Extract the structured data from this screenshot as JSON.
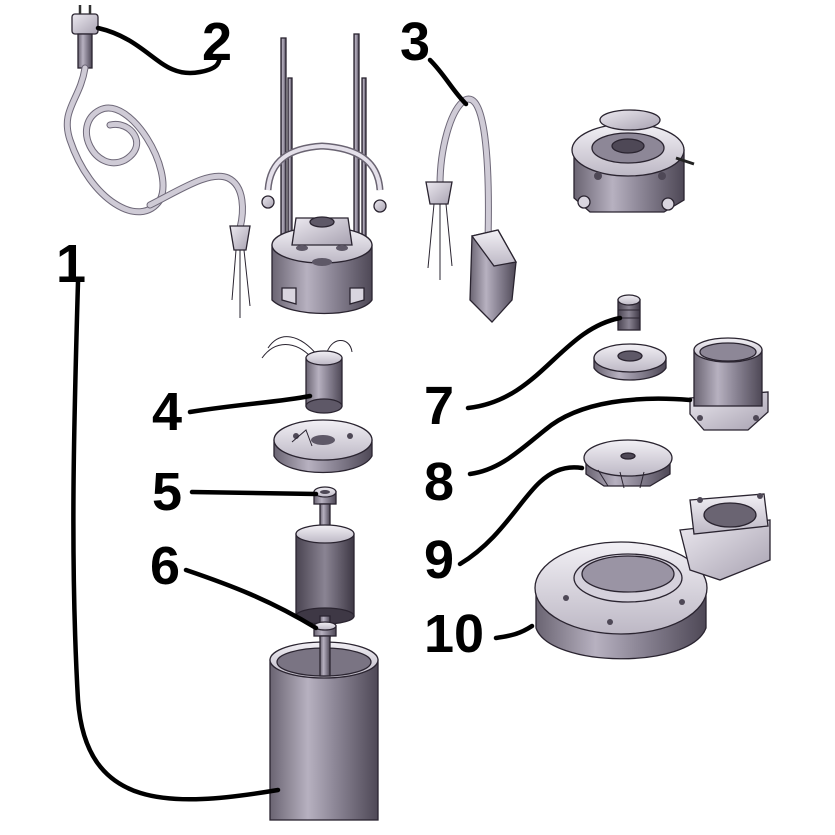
{
  "callouts": [
    {
      "id": "1",
      "label": "1"
    },
    {
      "id": "2",
      "label": "2"
    },
    {
      "id": "3",
      "label": "3"
    },
    {
      "id": "4",
      "label": "4"
    },
    {
      "id": "5",
      "label": "5"
    },
    {
      "id": "6",
      "label": "6"
    },
    {
      "id": "7",
      "label": "7"
    },
    {
      "id": "8",
      "label": "8"
    },
    {
      "id": "9",
      "label": "9"
    },
    {
      "id": "10",
      "label": "10"
    }
  ],
  "colors": {
    "metal_light": "#dcd7e2",
    "metal_mid": "#a59fae",
    "metal_dark": "#5e5867",
    "leader": "#000000",
    "background": "#ffffff"
  }
}
